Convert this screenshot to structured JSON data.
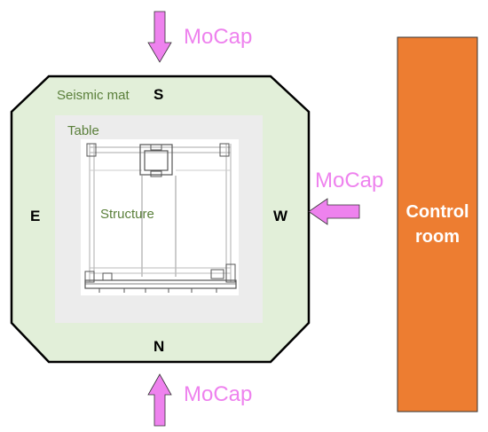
{
  "labels": {
    "mocap_top": "MoCap",
    "mocap_right": "MoCap",
    "mocap_bottom": "MoCap",
    "seismic_mat": "Seismic mat",
    "table": "Table",
    "structure": "Structure",
    "dir_s": "S",
    "dir_n": "N",
    "dir_e": "E",
    "dir_w": "W",
    "control_room_line1": "Control",
    "control_room_line2": "room"
  },
  "colors": {
    "mat_fill": "#e2efd9",
    "mat_stroke": "#000000",
    "table_fill": "#ececec",
    "arrow": "#ee82ee",
    "control_room": "#ed7d31",
    "green_text": "#5a7f3a"
  }
}
